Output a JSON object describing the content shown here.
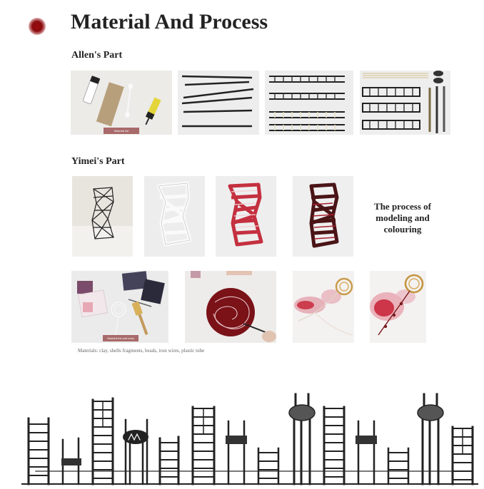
{
  "page": {
    "title": "Material And Process",
    "accent_color": "#8a0a0d"
  },
  "allen": {
    "label": "Allen's Part",
    "photos": [
      {
        "name": "allen-materials-photo",
        "tag": "Material list"
      },
      {
        "name": "allen-rods-photo"
      },
      {
        "name": "allen-ladders-photo"
      },
      {
        "name": "allen-ladder-parts-photo"
      }
    ]
  },
  "yimei": {
    "label": "Yimei's Part",
    "process_note": "The process of modeling and colouring",
    "tag": "Material list and tools",
    "materials_caption": "Materials: clay, shells fragments, beads, iron wires, plastic tube"
  },
  "icons": {
    "bullet": "red-dot-icon",
    "skyline": "ladder-skyline-illustration"
  }
}
